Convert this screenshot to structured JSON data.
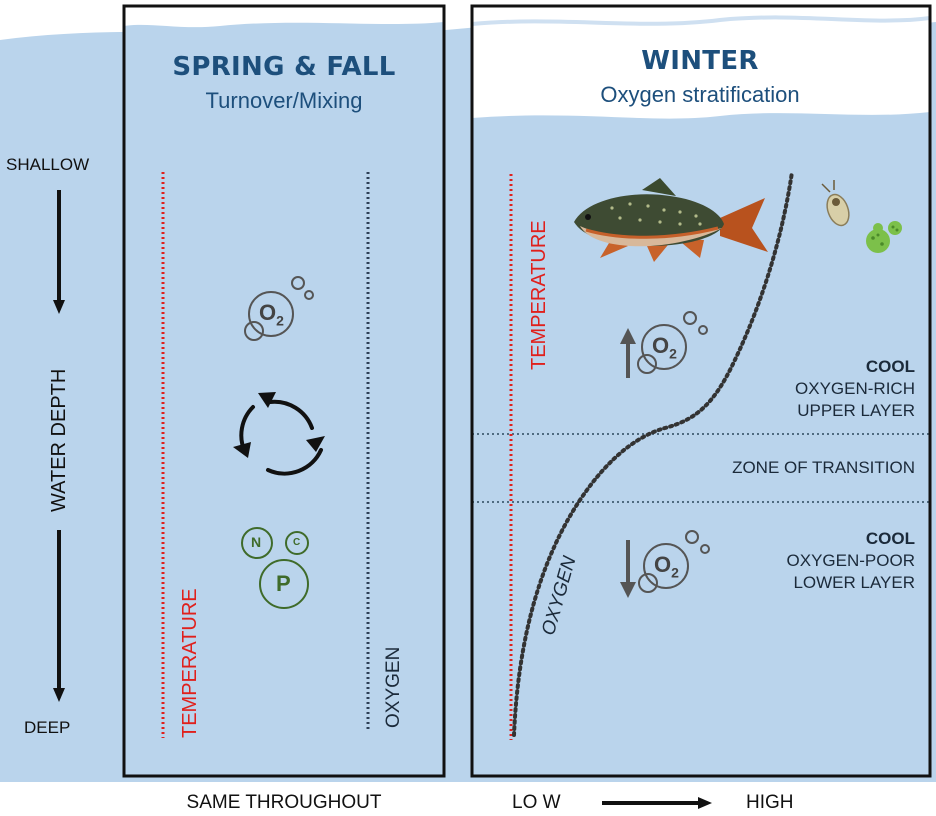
{
  "left_axis": {
    "top_label": "SHALLOW",
    "middle_label": "WATER DEPTH",
    "bottom_label": "DEEP"
  },
  "spring_fall": {
    "title": "SPRING & FALL",
    "subtitle": "Turnover/Mixing",
    "temperature_label": "TEMPERATURE",
    "oxygen_label": "OXYGEN",
    "bottom_caption": "SAME THROUGHOUT",
    "oxygen_symbol": "O",
    "oxygen_subscript": "2",
    "nutrients": [
      "N",
      "C",
      "P"
    ]
  },
  "winter": {
    "title": "WINTER",
    "subtitle": "Oxygen stratification",
    "temperature_label": "TEMPERATURE",
    "oxygen_curve_label": "OXYGEN",
    "oxygen_symbol": "O",
    "oxygen_subscript": "2",
    "upper_layer": {
      "bold": "COOL",
      "line1": "OXYGEN-RICH",
      "line2": "UPPER LAYER"
    },
    "transition": "ZONE OF TRANSITION",
    "lower_layer": {
      "bold": "COOL",
      "line1": "OXYGEN-POOR",
      "line2": "LOWER LAYER"
    },
    "scale_low": "LO W",
    "scale_high": "HIGH"
  },
  "colors": {
    "water": "#bad4ec",
    "ice": "#ffffff",
    "frame": "#111111",
    "temperature": "#e0201c",
    "oxygen_line": "#2c3e55",
    "title": "#1d4f7c",
    "nutrient": "#3f6b2a",
    "bubble": "#555555"
  }
}
